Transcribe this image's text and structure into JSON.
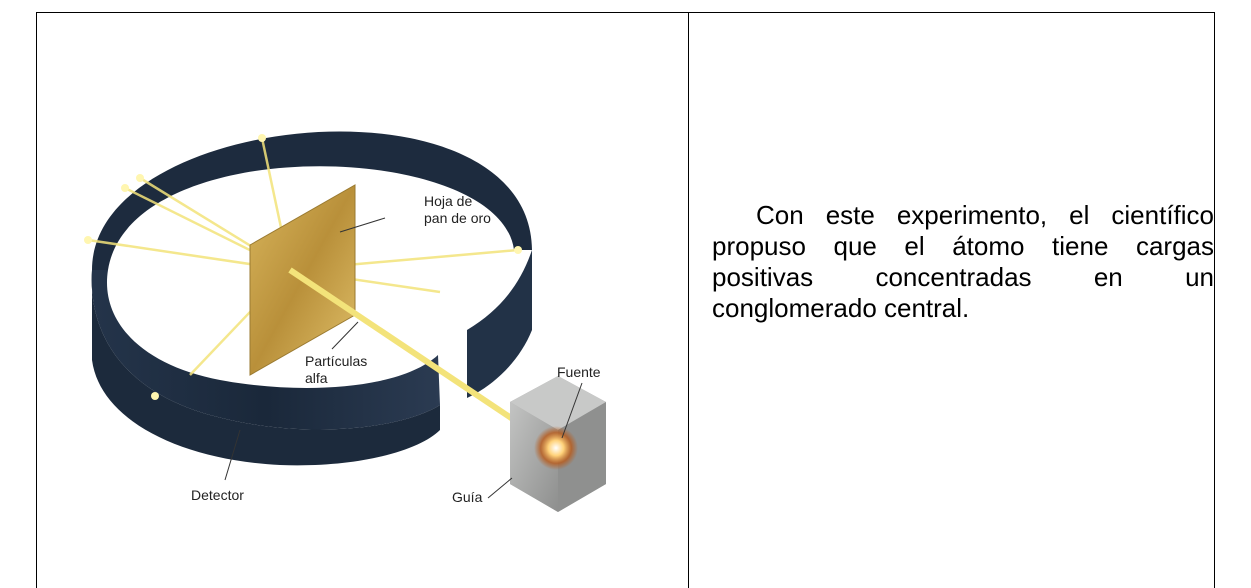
{
  "figure": {
    "labels": {
      "gold_foil": [
        "Hoja de",
        "pan de oro"
      ],
      "alpha_particles": [
        "Partículas",
        "alfa"
      ],
      "source": "Fuente",
      "detector": "Detector",
      "guide": "Guía"
    },
    "colors": {
      "detector": "#1f2d40",
      "foil": "#c9a24a",
      "beam": "#f3e37a",
      "box": "#a9aaa9"
    }
  },
  "caption": "Con este experimento, el científico propuso que el átomo tiene cargas positivas concentradas en un conglomerado central."
}
